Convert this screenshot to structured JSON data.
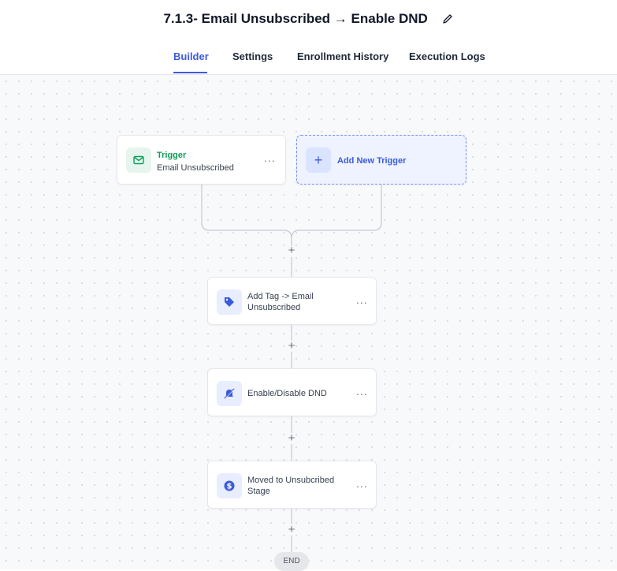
{
  "header": {
    "title": "7.1.3- Email Unsubscribed → Enable DND"
  },
  "tabs": [
    {
      "label": "Builder",
      "active": true
    },
    {
      "label": "Settings",
      "active": false
    },
    {
      "label": "Enrollment History",
      "active": false
    },
    {
      "label": "Execution Logs",
      "active": false
    }
  ],
  "trigger": {
    "title": "Trigger",
    "subtitle": "Email Unsubscribed",
    "more": "..."
  },
  "add_trigger": {
    "label": "Add New Trigger",
    "plus": "+"
  },
  "steps": [
    {
      "label_line1": "Add Tag -> Email",
      "label_line2": "Unsubscribed",
      "icon": "tag-icon",
      "more": "..."
    },
    {
      "label_line1": "Enable/Disable DND",
      "label_line2": "",
      "icon": "bell-off-icon",
      "more": "..."
    },
    {
      "label_line1": "Moved to Unsubcribed",
      "label_line2": "Stage",
      "icon": "dollar-icon",
      "more": "..."
    }
  ],
  "add_step": "+",
  "end": {
    "label": "END"
  },
  "colors": {
    "accent": "#3b5bdb",
    "trigger_green": "#0f9d58",
    "icon_bg": "#e8edff"
  }
}
